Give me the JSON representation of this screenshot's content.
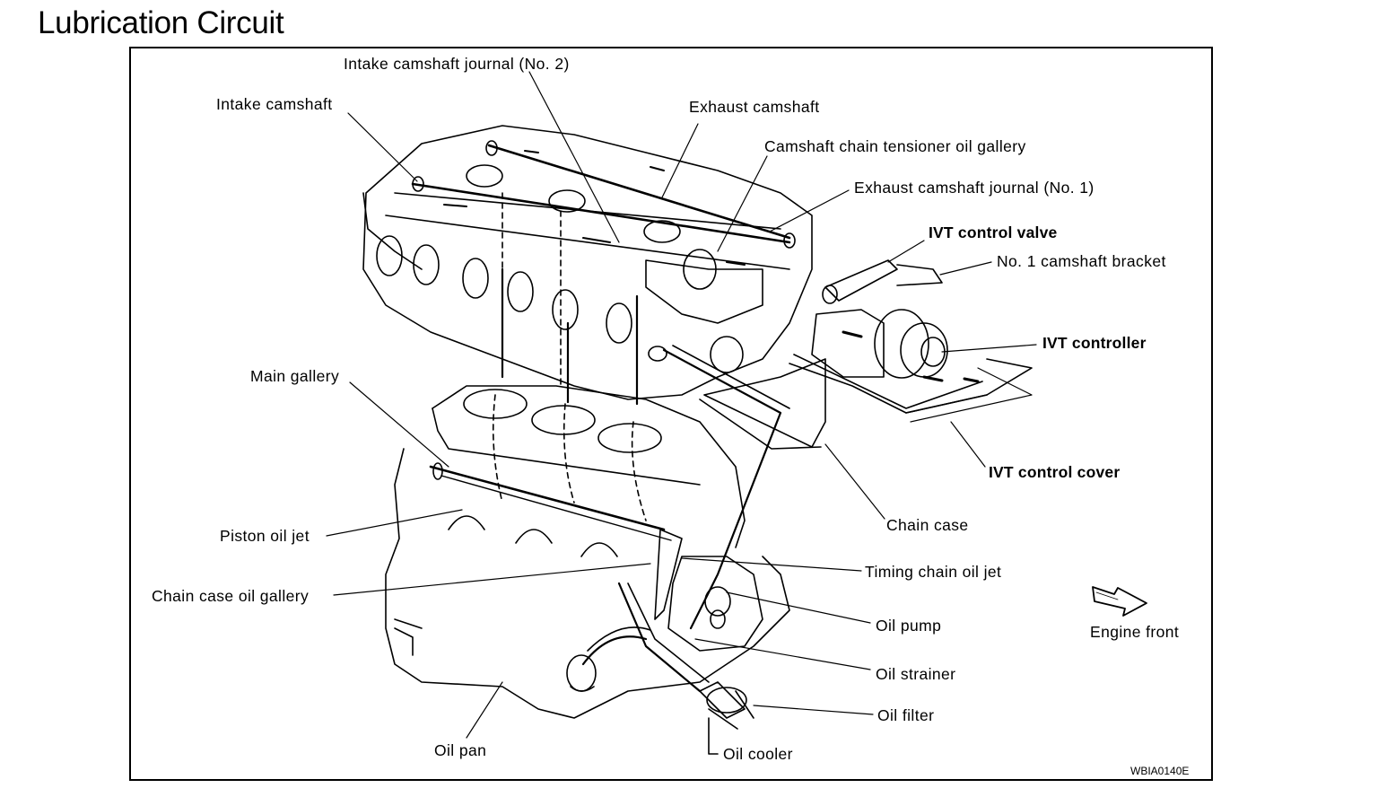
{
  "title": "Lubrication Circuit",
  "labels": {
    "intake_camshaft_journal_no2": "Intake camshaft journal (No. 2)",
    "intake_camshaft": "Intake camshaft",
    "exhaust_camshaft": "Exhaust camshaft",
    "camshaft_chain_tensioner_oil_gallery": "Camshaft chain tensioner oil gallery",
    "exhaust_camshaft_journal_no1": "Exhaust camshaft journal (No. 1)",
    "ivt_control_valve": "IVT control valve",
    "no1_camshaft_bracket": "No. 1 camshaft bracket",
    "ivt_controller": "IVT controller",
    "ivt_control_cover": "IVT control cover",
    "main_gallery": "Main gallery",
    "piston_oil_jet": "Piston oil jet",
    "chain_case": "Chain case",
    "timing_chain_oil_jet": "Timing chain oil jet",
    "chain_case_oil_gallery": "Chain case oil gallery",
    "oil_pump": "Oil pump",
    "oil_strainer": "Oil strainer",
    "oil_filter": "Oil filter",
    "oil_pan": "Oil pan",
    "oil_cooler": "Oil cooler",
    "engine_front": "Engine front"
  },
  "figure_code": "WBIA0140E",
  "icons": {
    "engine_front_arrow": "engine-front-arrow-icon"
  },
  "colors": {
    "ink": "#000000",
    "background": "#ffffff"
  }
}
